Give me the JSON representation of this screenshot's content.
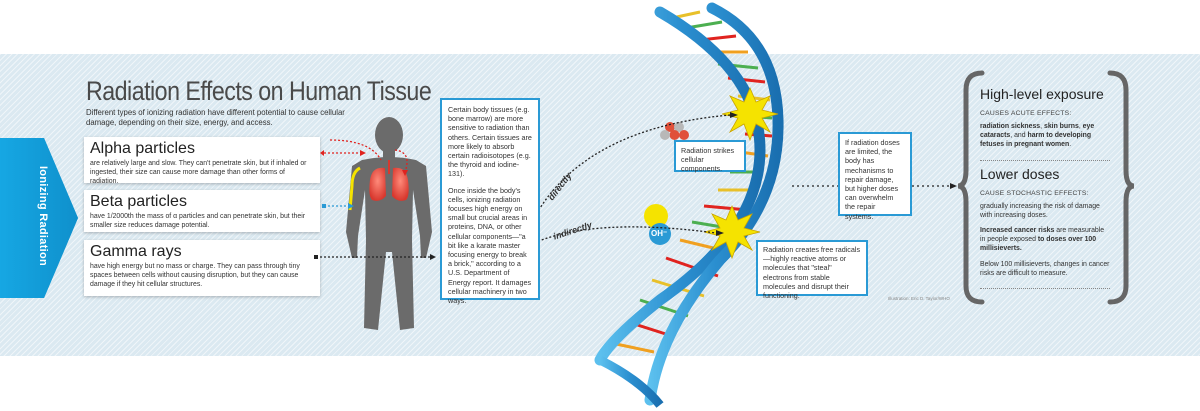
{
  "title": "Radiation Effects on Human Tissue",
  "subtitle": "Different types of ionizing radiation have different potential to cause cellular damage, depending on their size, energy, and access.",
  "side_arrow_label": "Ionizing Radiation",
  "particles": [
    {
      "name": "Alpha particles",
      "text": "are relatively large and slow. They can't penetrate skin, but if inhaled or ingested, their size can cause more damage than other forms of radiation.",
      "color": "#e0231f"
    },
    {
      "name": "Beta particles",
      "text": "have 1/2000th the mass of α particles and can penetrate skin, but their smaller size reduces damage potential.",
      "color": "#2a9ad5"
    },
    {
      "name": "Gamma rays",
      "text": "have high energy but no mass or charge. They can pass through tiny spaces between cells without causing disruption, but they can cause damage if they hit cellular structures.",
      "color": "#222222"
    }
  ],
  "tissue_box": {
    "p1": "Certain body tissues (e.g. bone marrow) are more sensitive to radiation than others. Certain tissues are more likely to absorb certain radioisotopes (e.g. the thyroid and iodine-131).",
    "p2": "Once inside the body's cells, ionizing radiation focuses high energy on small but crucial areas in proteins, DNA, or other cellular components—\"a bit like a karate master focusing energy to break a brick,\" according to a U.S. Department of Energy report. It damages cellular machinery in two ways."
  },
  "labels": {
    "directly": "directly",
    "indirectly": "indirectly",
    "oh": "OH⁻"
  },
  "strike_box": "Radiation strikes cellular components.",
  "free_radical_box": "Radiation creates free radicals—highly reactive atoms or molecules that \"steal\" electrons from stable molecules and disrupt their functioning.",
  "repair_box": "If radiation doses are limited, the body has mechanisms to repair damage, but higher doses can overwhelm the repair systems.",
  "high": {
    "heading": "High-level exposure",
    "cap": "CAUSES ACUTE EFFECTS:",
    "b1": "radiation sickness",
    "t1": ", ",
    "b2": "skin burns",
    "t2": ", ",
    "b3": "eye cataracts",
    "t3": ", and ",
    "b4": "harm to developing fetuses in pregnant women",
    "t4": "."
  },
  "low": {
    "heading": "Lower doses",
    "cap": "CAUSE STOCHASTIC EFFECTS:",
    "text1": "gradually increasing the risk of damage with increasing doses.",
    "b1": "Increased cancer risks",
    "t1": " are measurable in people exposed ",
    "b2": "to doses over 100 millisieverts.",
    "text3": "Below 100 millisieverts, changes in cancer risks are difficult to measure."
  },
  "credit": "Illustration: Eric D. Taylor/WHO",
  "colors": {
    "accent": "#2a9ad5",
    "alpha": "#e0231f",
    "band": "#dbe9f1",
    "arrow": "#1aa3dd"
  }
}
